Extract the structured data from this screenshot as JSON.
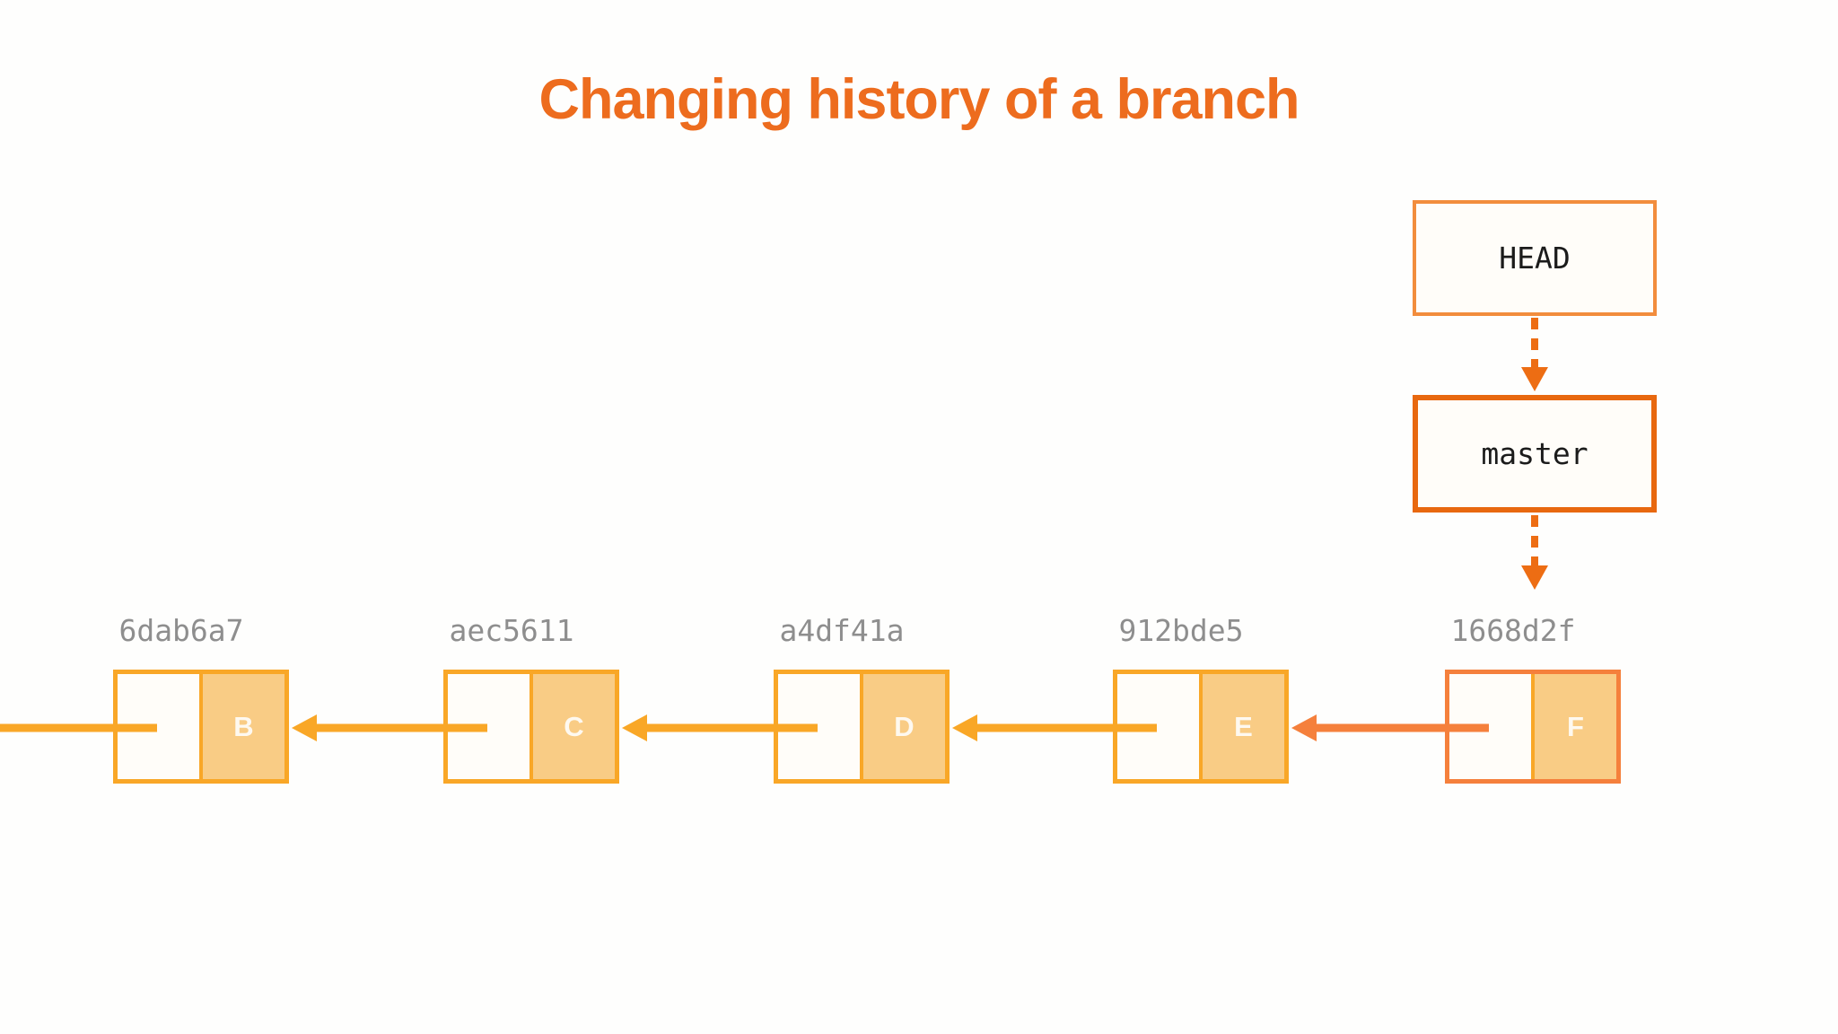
{
  "title": {
    "text": "Changing history of a branch"
  },
  "refs": {
    "head": {
      "label": "HEAD"
    },
    "master": {
      "label": "master"
    }
  },
  "commits": [
    {
      "hash": "6dab6a7",
      "letter": "B",
      "highlight": false
    },
    {
      "hash": "aec5611",
      "letter": "C",
      "highlight": false
    },
    {
      "hash": "a4df41a",
      "letter": "D",
      "highlight": false
    },
    {
      "hash": "912bde5",
      "letter": "E",
      "highlight": false
    },
    {
      "hash": "1668d2f",
      "letter": "F",
      "highlight": true
    }
  ],
  "colors": {
    "title": "#ED6C1E",
    "head-border": "#F28D3D",
    "master-border": "#E8680F",
    "dashed-arrow": "#ED6D13",
    "commit-border": "#F9A727",
    "commit-fill": "#F9CC85",
    "commit-letter": "#FEF9F0",
    "hash-text": "#8E8E8E",
    "highlight": "#F5803C",
    "ref-text": "#1B1B1B",
    "box-bg": "#FFFDF9",
    "page-bg": "#FEFEFD"
  }
}
